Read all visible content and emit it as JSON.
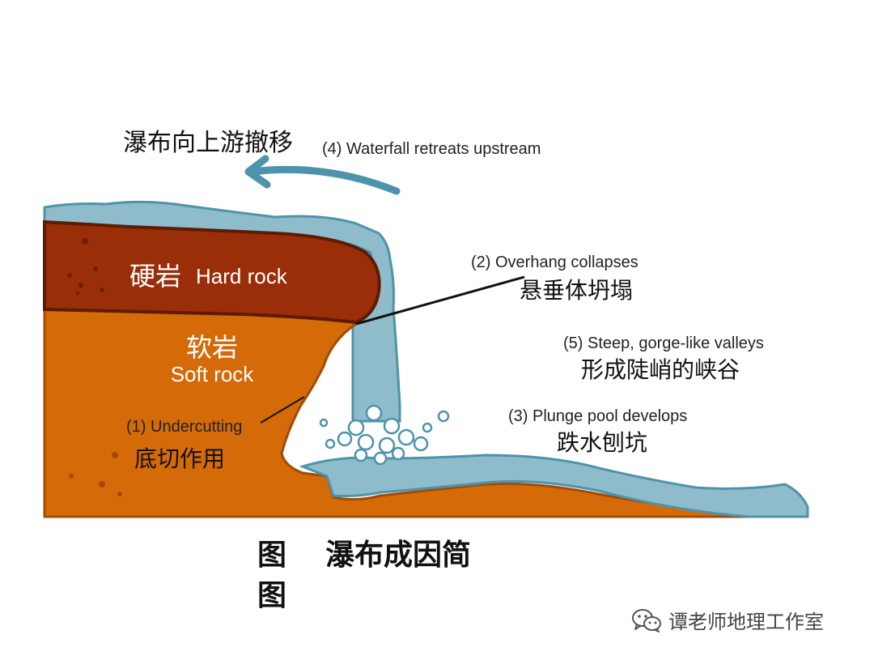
{
  "labels": {
    "retreat_cn": "瀑布向上游撤移",
    "retreat_en": "(4) Waterfall retreats upstream",
    "hard_cn": "硬岩",
    "hard_en": "Hard rock",
    "soft_cn": "软岩",
    "soft_en": "Soft rock",
    "overhang_en": "(2) Overhang collapses",
    "overhang_cn": "悬垂体坍塌",
    "gorge_en": "(5) Steep, gorge-like valleys",
    "gorge_cn": "形成陡峭的峡谷",
    "plunge_en": "(3) Plunge pool develops",
    "plunge_cn": "跌水刨坑",
    "undercut_en": "(1) Undercutting",
    "undercut_cn": "底切作用"
  },
  "caption": {
    "part1": "图",
    "part2": "瀑布成因简",
    "part3": "图"
  },
  "watermark": {
    "icon": "wechat-icon",
    "text": "谭老师地理工作室"
  },
  "colors": {
    "hard_rock": "#9a2e08",
    "hard_rock_outline": "#5e1a04",
    "soft_rock": "#d46a08",
    "soft_rock_outline": "#a44a04",
    "water": "#8fbccb",
    "water_outline": "#4d93ab"
  }
}
